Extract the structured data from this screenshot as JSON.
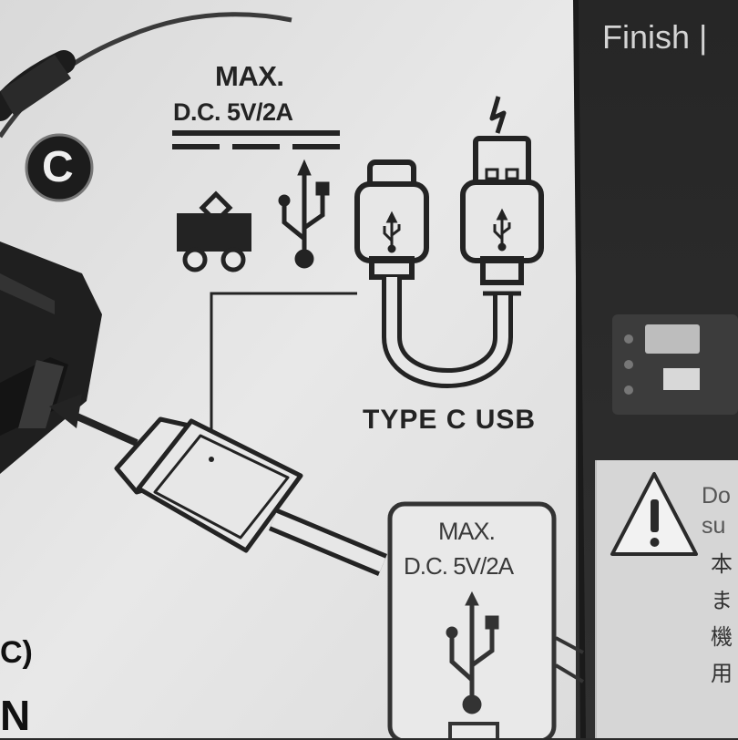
{
  "print": {
    "max_label_top": "MAX.",
    "dc_label_top": "D.C. 5V/2A",
    "cable_caption": "TYPE C USB",
    "max_label_box": "MAX.",
    "dc_label_box": "D.C. 5V/2A",
    "circle_badge": "C"
  },
  "panel": {
    "heading": "Finish |",
    "warning_text_en": "Do\nsu",
    "warning_text_jp": "本ま機用"
  },
  "edge_fragments": {
    "upper": "C)",
    "lower": "N"
  },
  "icons": {
    "train": "toy-train-icon",
    "usb": "usb-trident-icon",
    "bolt": "lightning-icon",
    "warning": "warning-triangle-icon",
    "arrow": "insert-arrow-icon"
  },
  "colors": {
    "paper": "#e7e7e7",
    "ink": "#232323",
    "dark_panel": "#2b2b2b",
    "warning_panel": "#d6d6d6"
  }
}
